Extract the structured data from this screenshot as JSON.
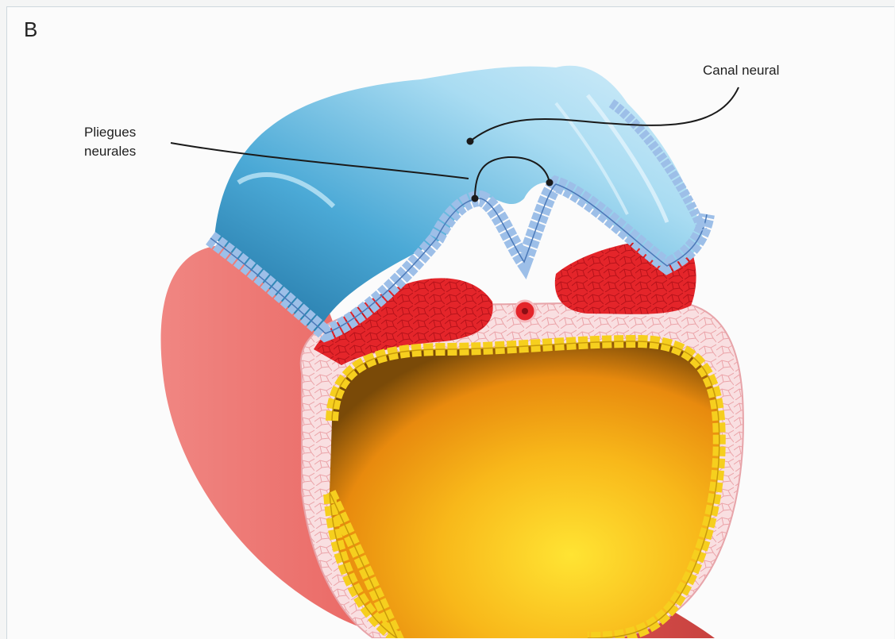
{
  "figure": {
    "panel_letter": "B",
    "labels": {
      "canal_neural": "Canal neural",
      "pliegues_line1": "Pliegues",
      "pliegues_line2": "neurales"
    }
  },
  "colors": {
    "ectoderm_top": "#bfe4f5",
    "ectoderm_dark": "#2f86b6",
    "ectoderm_cells": "#8fb8e6",
    "mesoderm": "#e8252a",
    "tube_outer": "#e86b68",
    "connective": "#f7d6d8",
    "endoderm_cells": "#f5d020",
    "yolk": "#f5a714"
  }
}
